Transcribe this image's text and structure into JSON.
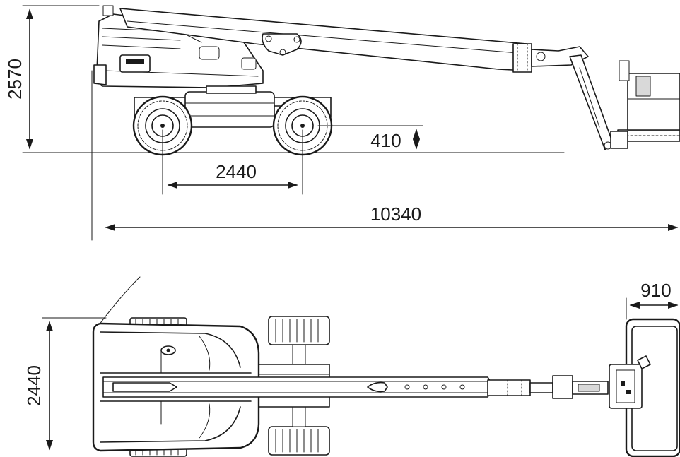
{
  "dimensions": {
    "height": "2570",
    "ground_clearance": "410",
    "wheelbase": "2440",
    "length": "10340",
    "width": "2440",
    "platform_depth": "910"
  }
}
